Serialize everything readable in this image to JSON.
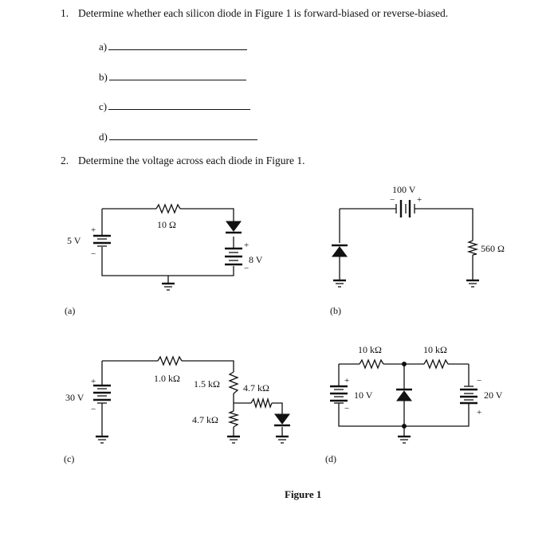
{
  "questions": [
    {
      "number": "1.",
      "text": "Determine whether each silicon diode in Figure 1 is forward-biased or reverse-biased."
    },
    {
      "number": "2.",
      "text": "Determine the voltage across each diode in Figure 1."
    }
  ],
  "answers": [
    "a)",
    "b)",
    "c)",
    "d)"
  ],
  "figure": {
    "caption": "Figure 1",
    "circuits": {
      "a": {
        "label": "(a)",
        "source1": "5 V",
        "resistor": "10 Ω",
        "source2": "8 V"
      },
      "b": {
        "label": "(b)",
        "source": "100 V",
        "resistor": "560 Ω"
      },
      "c": {
        "label": "(c)",
        "source": "30 V",
        "r1": "1.0 kΩ",
        "r2": "1.5 kΩ",
        "r3": "4.7 kΩ",
        "r4": "4.7 kΩ"
      },
      "d": {
        "label": "(d)",
        "r1": "10 kΩ",
        "r2": "10 kΩ",
        "source1": "10 V",
        "source2": "20 V"
      }
    },
    "polarity": {
      "plus": "+",
      "minus": "−"
    }
  }
}
